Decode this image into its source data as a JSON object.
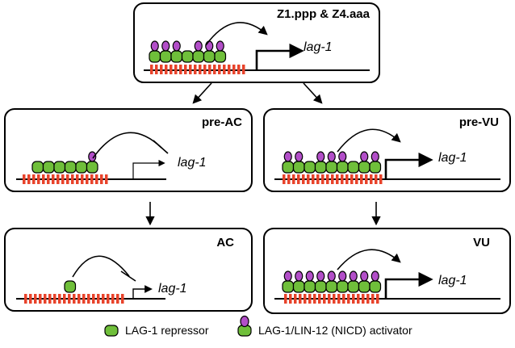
{
  "colors": {
    "repressor_fill": "#6fbf3a",
    "activator_fill": "#b24ec8",
    "dna_site": "#e8432b",
    "outline": "#000000"
  },
  "panels": [
    {
      "id": "z1",
      "title": "Z1.ppp & Z4.aaa",
      "gene": "lag-1",
      "repressors": 7,
      "activators": 6,
      "regulation": "activation",
      "arrow_size": "strong"
    },
    {
      "id": "preac",
      "title": "pre-AC",
      "gene": "lag-1",
      "repressors": 6,
      "activators": 1,
      "regulation": "repression",
      "arrow_size": "weak"
    },
    {
      "id": "prevu",
      "title": "pre-VU",
      "gene": "lag-1",
      "repressors": 9,
      "activators": 7,
      "regulation": "activation",
      "arrow_size": "strong"
    },
    {
      "id": "ac",
      "title": "AC",
      "gene": "lag-1",
      "repressors": 1,
      "activators": 0,
      "regulation": "repression",
      "arrow_size": "tiny"
    },
    {
      "id": "vu",
      "title": "VU",
      "gene": "lag-1",
      "repressors": 9,
      "activators": 9,
      "regulation": "activation",
      "arrow_size": "strong"
    }
  ],
  "legend": {
    "repressor_label": "LAG-1 repressor",
    "activator_label": "LAG-1/LIN-12 (NICD) activator"
  }
}
